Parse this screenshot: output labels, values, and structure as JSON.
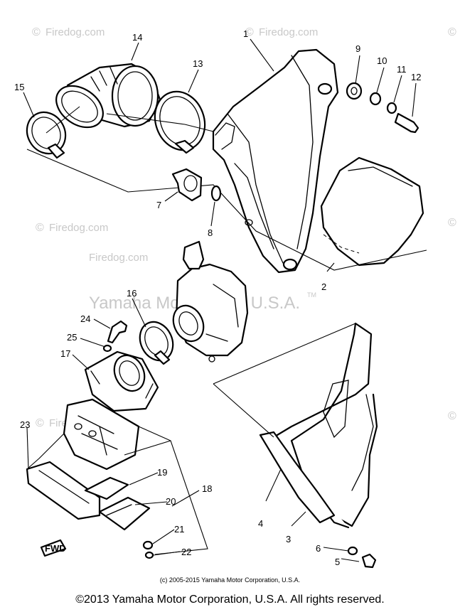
{
  "diagram": {
    "callouts": [
      "1",
      "2",
      "3",
      "4",
      "5",
      "6",
      "7",
      "8",
      "9",
      "10",
      "11",
      "12",
      "13",
      "14",
      "15",
      "16",
      "17",
      "18",
      "19",
      "20",
      "21",
      "22",
      "23",
      "24",
      "25"
    ],
    "direction_tag": "FWD"
  },
  "watermarks": {
    "brand": "Yamaha Motor Corp, U.S.A.",
    "site": "Firedog.com",
    "tm": "TM",
    "copyright_mark": "©"
  },
  "footer": {
    "small_copyright": "(c) 2005-2015 Yamaha Motor Corporation, U.S.A.",
    "main_copyright": "©2013 Yamaha Motor Corporation, U.S.A. All rights reserved."
  }
}
